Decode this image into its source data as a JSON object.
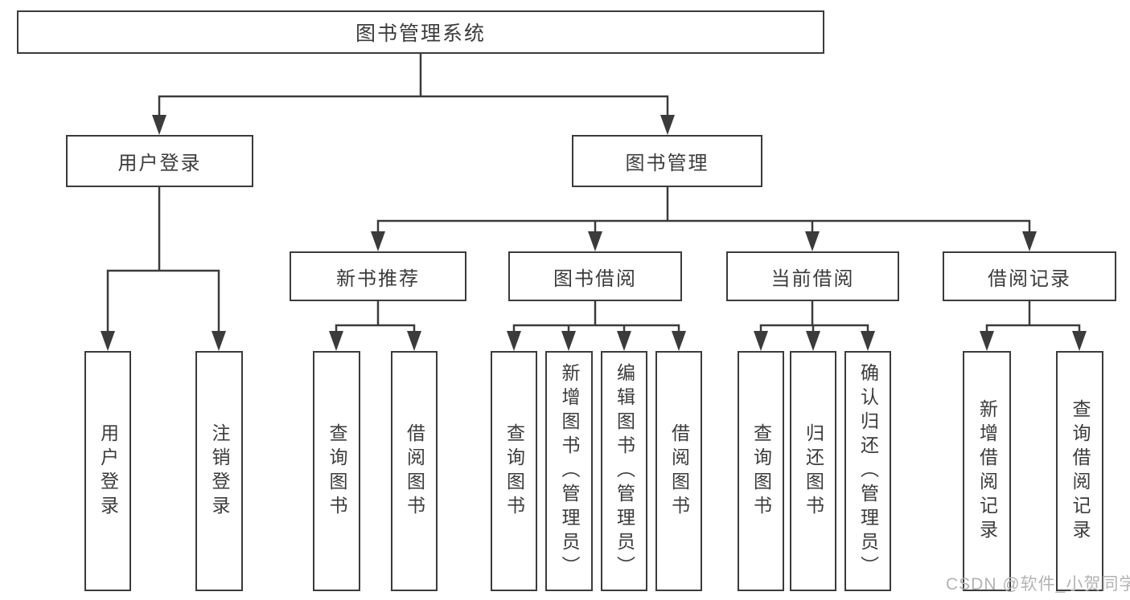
{
  "diagram": {
    "root": {
      "label": "图书管理系统"
    },
    "branches": {
      "user_login": {
        "label": "用户登录",
        "children": [
          "用户登录",
          "注销登录"
        ]
      },
      "book_management": {
        "label": "图书管理"
      }
    },
    "sections": [
      {
        "label": "新书推荐",
        "children": [
          "查询图书",
          "借阅图书"
        ]
      },
      {
        "label": "图书借阅",
        "children": [
          "查询图书",
          "新增图书（管理员）",
          "编辑图书（管理员）",
          "借阅图书"
        ]
      },
      {
        "label": "当前借阅",
        "children": [
          "查询图书",
          "归还图书",
          "确认归还（管理员）"
        ]
      },
      {
        "label": "借阅记录",
        "children": [
          "新增借阅记录",
          "查询借阅记录"
        ]
      }
    ],
    "watermark": "CSDN @软件_小贺同学",
    "colors": {
      "line": "#3b3b3b",
      "text": "#3b3b3b",
      "box_background": "#ffffff",
      "page_background": "#ffffff",
      "watermark": "#b3b3b3"
    }
  }
}
